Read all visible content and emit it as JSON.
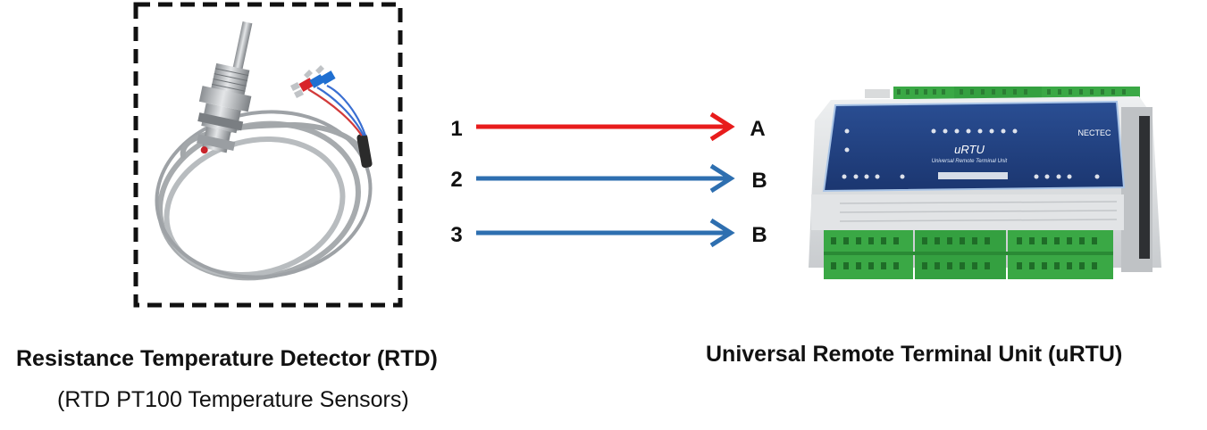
{
  "rtd": {
    "title": "Resistance Temperature Detector (RTD)",
    "subtitle": "(RTD PT100 Temperature Sensors)"
  },
  "urtu": {
    "title": "Universal Remote Terminal Unit (uRTU)",
    "device_label": "uRTU",
    "device_sublabel": "Universal Remote Terminal Unit",
    "brand": "NECTEC"
  },
  "connections": [
    {
      "from": "1",
      "to": "A",
      "color": "#e81c1c"
    },
    {
      "from": "2",
      "to": "B",
      "color": "#2e6fb0"
    },
    {
      "from": "3",
      "to": "B",
      "color": "#2e6fb0"
    }
  ],
  "colors": {
    "terminal_green": "#3aa845",
    "device_blue": "#1f3f7e",
    "housing_grey": "#dcdedf"
  }
}
